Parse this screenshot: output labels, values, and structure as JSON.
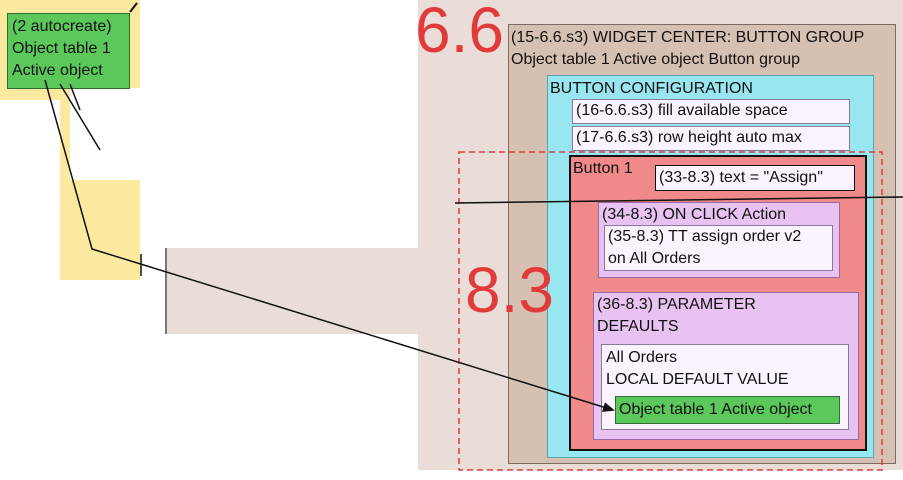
{
  "left_node": {
    "line1": "(2 autocreate)",
    "line2": "Object table 1",
    "line3": "Active object"
  },
  "section_labels": {
    "outer": "6.6",
    "inner": "8.3"
  },
  "widget_center": {
    "line1": "(15-6.6.s3) WIDGET CENTER: BUTTON GROUP",
    "line2": "Object table 1 Active object Button group"
  },
  "button_configuration": {
    "title": "BUTTON CONFIGURATION",
    "fill": "(16-6.6.s3) fill available space",
    "row_height": "(17-6.6.s3) row height auto max"
  },
  "button1": {
    "title": "Button 1",
    "text_setting": "(33-8.3) text = \"Assign\"",
    "on_click": {
      "title": "(34-8.3) ON CLICK Action",
      "action_line1": "(35-8.3) TT assign order v2",
      "action_line2": "on All Orders"
    },
    "parameter_defaults": {
      "title_line1": "(36-8.3) PARAMETER",
      "title_line2": "DEFAULTS",
      "table_line1": "All Orders",
      "table_line2": "LOCAL DEFAULT VALUE",
      "value": "Object table 1 Active object"
    }
  },
  "colors": {
    "yellow_highlight": "#fbe9a0",
    "green_node": "#5cc85c",
    "beige_region": "#e9dcd6",
    "widget_center_fill": "#d8c2b4",
    "cyan_fill": "#98e6f0",
    "red_fill": "#f08a8a",
    "lavender_fill": "#e8c2f0",
    "light_fill": "#fbf1fd",
    "accent_red": "#e03a3a"
  }
}
